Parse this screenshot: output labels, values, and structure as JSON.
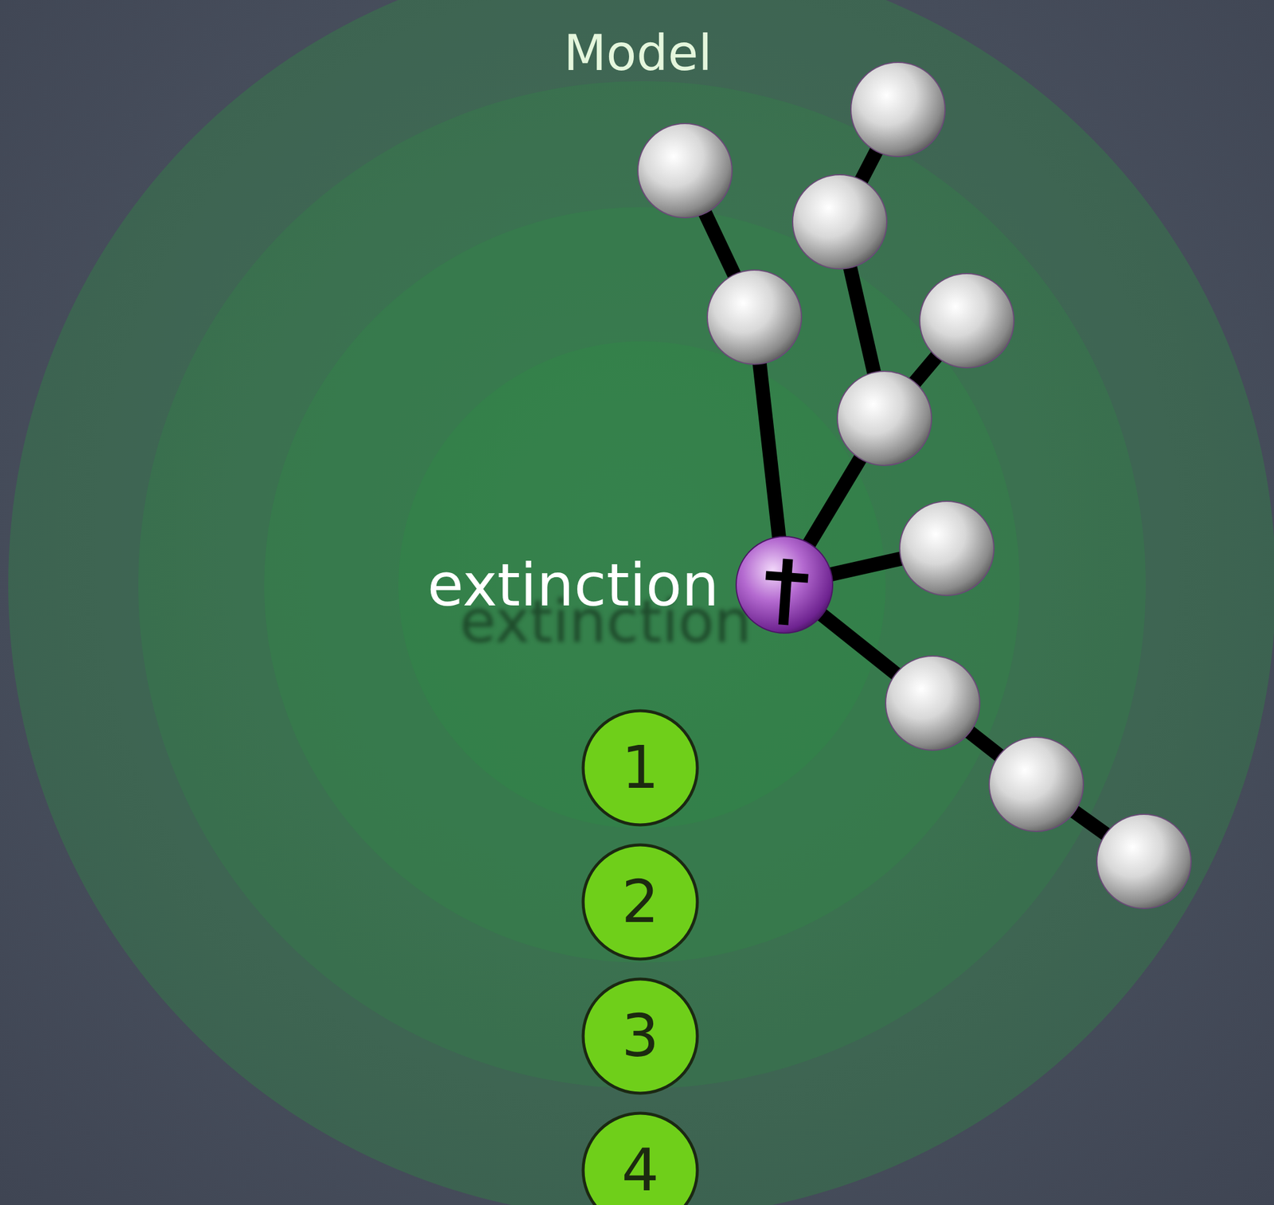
{
  "diagram": {
    "title": "Model",
    "nodes": [
      {
        "text": [
          "1"
        ]
      },
      {
        "text": [
          "2"
        ]
      },
      {
        "text": [
          "3"
        ]
      },
      {
        "text": [
          "4"
        ]
      }
    ],
    "labels": [
      "extinction"
    ]
  }
}
